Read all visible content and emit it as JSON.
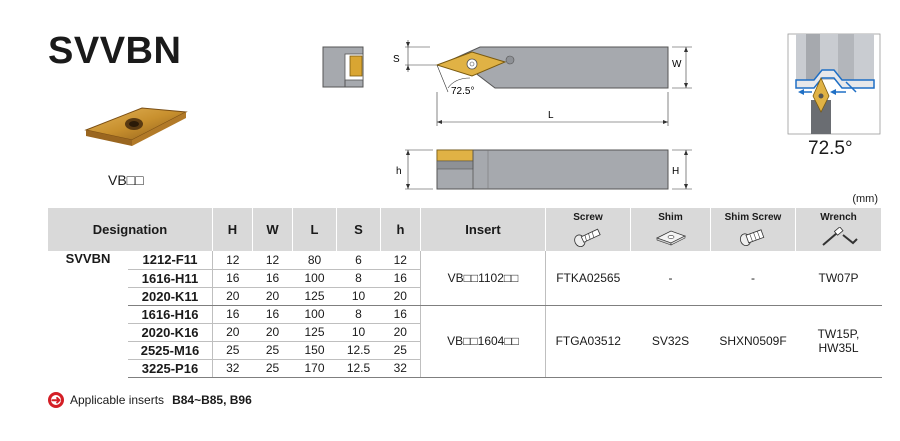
{
  "header": {
    "title": "SVVBN"
  },
  "insert": {
    "code": "VB□□"
  },
  "drawing": {
    "angle_label": "72.5°",
    "dim_labels": {
      "S": "S",
      "W": "W",
      "L": "L",
      "h": "h",
      "H": "H"
    }
  },
  "application": {
    "angle": "72.5°"
  },
  "unit": "(mm)",
  "table": {
    "headers": {
      "designation": "Designation",
      "H": "H",
      "W": "W",
      "L": "L",
      "S": "S",
      "h": "h",
      "insert": "Insert",
      "screw": "Screw",
      "shim": "Shim",
      "shim_screw": "Shim Screw",
      "wrench": "Wrench"
    },
    "series": "SVVBN",
    "groups": [
      {
        "insert": "VB□□1102□□",
        "screw": "FTKA02565",
        "shim": "-",
        "shim_screw": "-",
        "wrench": "TW07P",
        "rows": [
          {
            "code": "1212-F11",
            "H": "12",
            "W": "12",
            "L": "80",
            "S": "6",
            "h": "12"
          },
          {
            "code": "1616-H11",
            "H": "16",
            "W": "16",
            "L": "100",
            "S": "8",
            "h": "16"
          },
          {
            "code": "2020-K11",
            "H": "20",
            "W": "20",
            "L": "125",
            "S": "10",
            "h": "20"
          }
        ]
      },
      {
        "insert": "VB□□1604□□",
        "screw": "FTGA03512",
        "shim": "SV32S",
        "shim_screw": "SHXN0509F",
        "wrench": "TW15P, HW35L",
        "rows": [
          {
            "code": "1616-H16",
            "H": "16",
            "W": "16",
            "L": "100",
            "S": "8",
            "h": "16"
          },
          {
            "code": "2020-K16",
            "H": "20",
            "W": "20",
            "L": "125",
            "S": "10",
            "h": "20"
          },
          {
            "code": "2525-M16",
            "H": "25",
            "W": "25",
            "L": "150",
            "S": "12.5",
            "h": "25"
          },
          {
            "code": "3225-P16",
            "H": "32",
            "W": "25",
            "L": "170",
            "S": "12.5",
            "h": "32"
          }
        ]
      }
    ]
  },
  "footer": {
    "label": "Applicable inserts",
    "value": "B84~B85, B96"
  },
  "colors": {
    "insert_gold": "#c8902e",
    "body_gray": "#a6a9ae",
    "header_gray": "#d9d9d9",
    "accent_red": "#d41f26",
    "blue_arrow": "#1f6fc5"
  }
}
